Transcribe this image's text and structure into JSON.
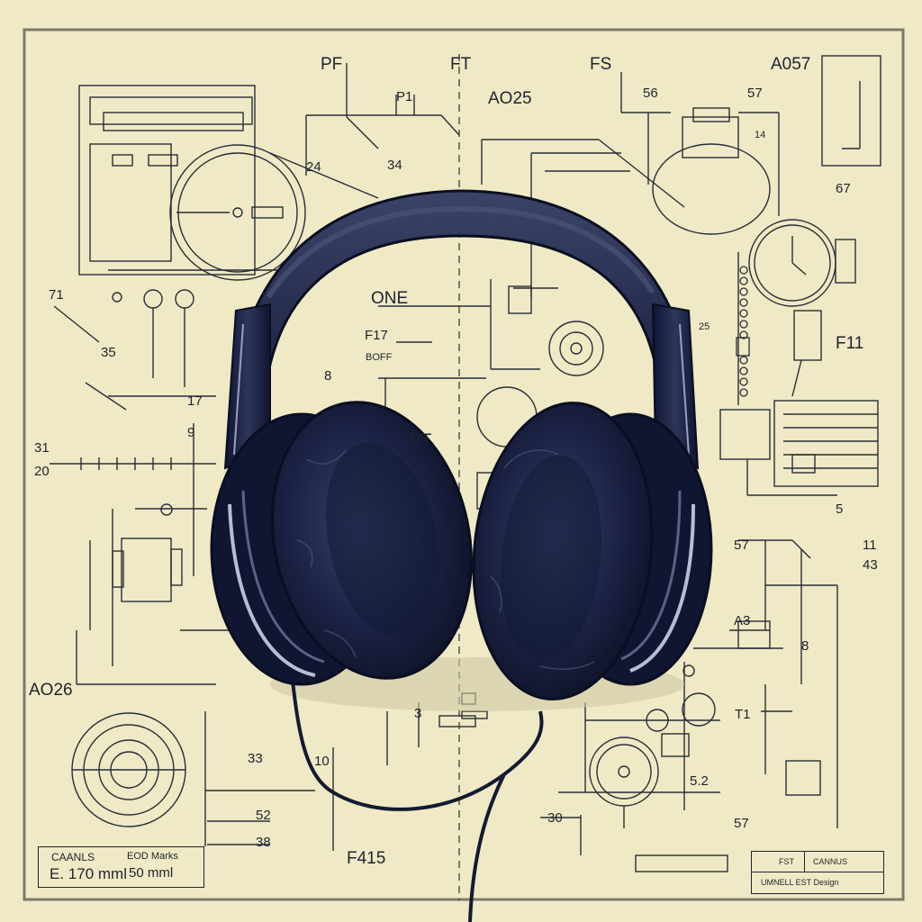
{
  "labels": {
    "pf": "PF",
    "ft": "FT",
    "fs": "FS",
    "a057": "A057",
    "p1": "P1",
    "ao25": "AO25",
    "n56": "56",
    "n57_top": "57",
    "n24": "24",
    "n34": "34",
    "n14": "14",
    "n67": "67",
    "n71": "71",
    "one": "ONE",
    "f17": "F17",
    "n35": "35",
    "boff": "BOFF",
    "n8_left": "8",
    "n25": "25",
    "f11": "F11",
    "n17": "17",
    "n9": "9",
    "n31": "31",
    "n20": "20",
    "pt": "PT",
    "n5": "5",
    "n57_mid": "57",
    "n11": "11",
    "n43": "43",
    "a43": "A3",
    "n8_right": "8",
    "ao26": "AO26",
    "n33": "33",
    "n3": "3",
    "n10": "10",
    "n71b": "T1",
    "n52_right": "5.2",
    "n52": "52",
    "n38": "38",
    "n30": "30",
    "n57_bot": "57",
    "f415": "F415"
  },
  "box_left": {
    "line1a": "CAANLS",
    "line1b": "EOD Marks",
    "line2a": "E. 170 mml",
    "line2b": "50 mml"
  },
  "box_right": {
    "line1a": "FST",
    "line1b": "CANNUS",
    "line2": "UMNELL EST Design"
  },
  "colors": {
    "paper": "#efe9c5",
    "ink": "#1f2330",
    "headphone_dark": "#141a33",
    "headphone_mid": "#2a3154",
    "highlight": "#8c93b3"
  }
}
